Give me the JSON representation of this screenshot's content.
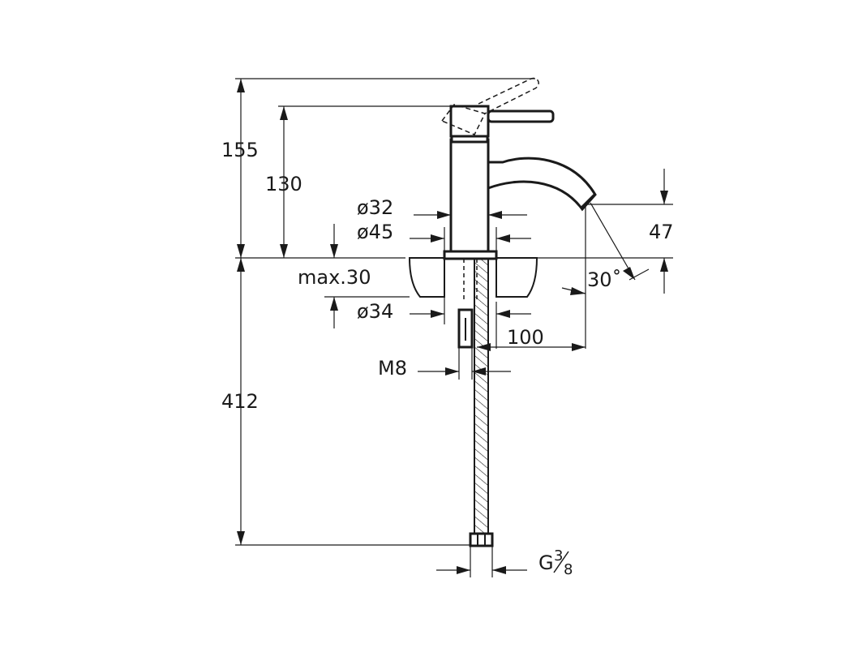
{
  "dimensions": {
    "total_height": "155",
    "spout_height": "130",
    "body_diameter": "ø32",
    "base_diameter": "ø45",
    "deck_thickness": "max.30",
    "hole_diameter": "ø34",
    "projection": "100",
    "rod_thread": "M8",
    "spout_clearance": "47",
    "spout_angle": "30˚",
    "hose_length": "412",
    "hose_thread_prefix": "G",
    "hose_thread_num": "3",
    "hose_thread_den": "8"
  }
}
